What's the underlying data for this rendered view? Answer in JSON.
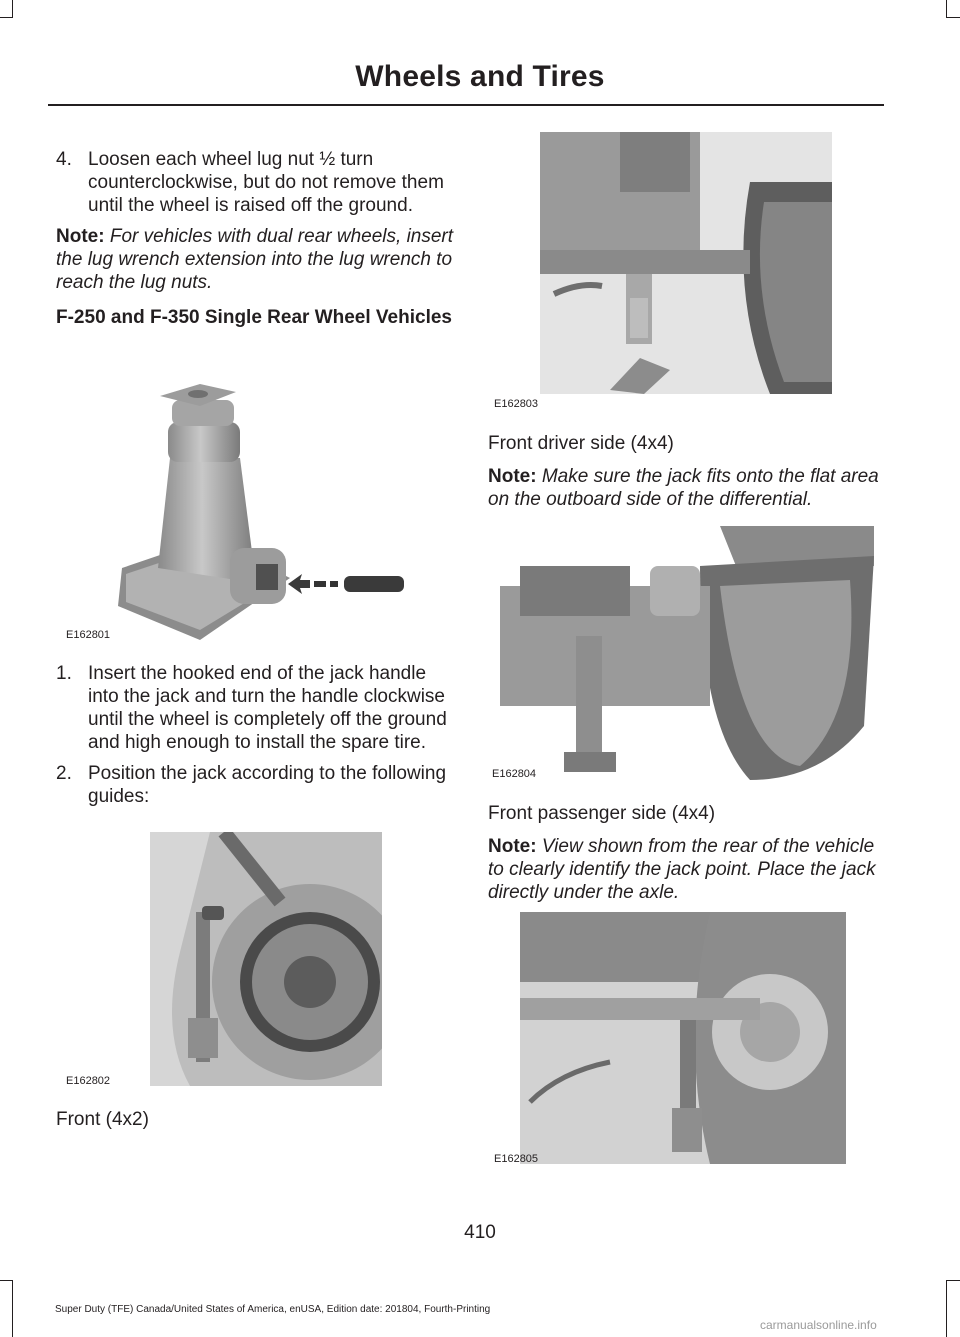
{
  "header": {
    "title": "Wheels and Tires"
  },
  "left": {
    "step4": {
      "num": "4.",
      "text": "Loosen each wheel lug nut ½ turn counterclockwise, but do not remove them until the wheel is raised off the ground."
    },
    "note1": {
      "label": "Note:",
      "text": "For vehicles with dual rear wheels, insert the lug wrench extension into the lug wrench to reach the lug nuts."
    },
    "subheading": "F-250 and F-350 Single Rear Wheel Vehicles",
    "fig1_code": "E162801",
    "step1": {
      "num": "1.",
      "text": "Insert the hooked end of the jack handle into the jack and turn the handle clockwise until the wheel is completely off the ground and high enough to install the spare tire."
    },
    "step2": {
      "num": "2.",
      "text": "Position the jack according to the following guides:"
    },
    "fig2_code": "E162802",
    "caption_front_4x2": "Front (4x2)"
  },
  "right": {
    "fig3_code": "E162803",
    "caption_driver": "Front driver side (4x4)",
    "note2": {
      "label": "Note:",
      "text": "Make sure the jack fits onto the flat area on the outboard side of the differential."
    },
    "fig4_code": "E162804",
    "caption_passenger": "Front passenger side (4x4)",
    "note3": {
      "label": "Note:",
      "text": "View shown from the rear of the vehicle to clearly identify the jack point. Place the jack directly under the axle."
    },
    "fig5_code": "E162805"
  },
  "footer": {
    "page_number": "410",
    "edition": "Super Duty (TFE) Canada/United States of America, enUSA, Edition date: 201804, Fourth-Printing",
    "watermark": "carmanualsonline.info"
  }
}
